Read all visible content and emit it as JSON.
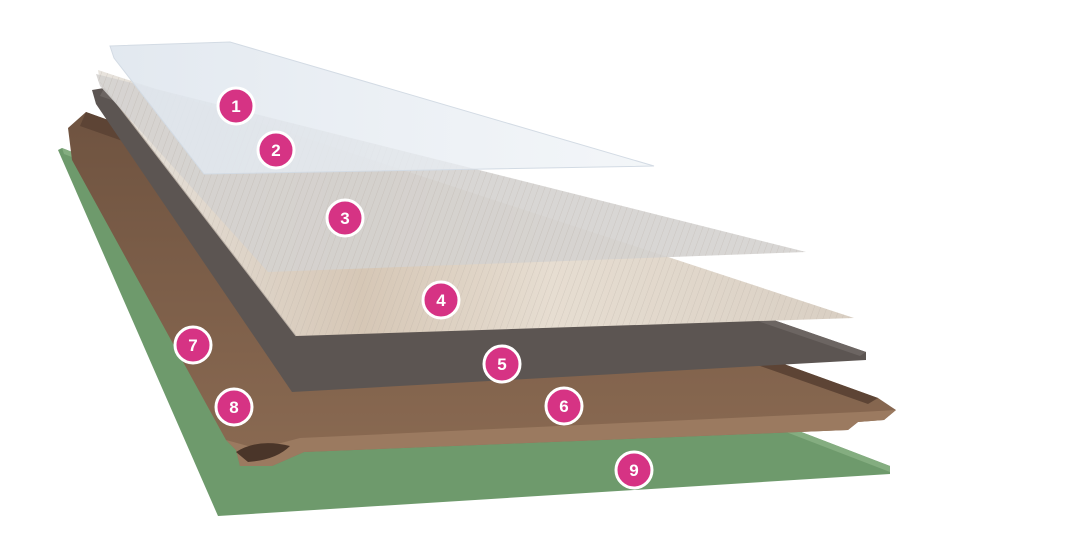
{
  "diagram": {
    "type": "exploded-layer-diagram",
    "subject": "flooring plank layers",
    "badge_color": "#d63384",
    "badges": [
      {
        "label": "1"
      },
      {
        "label": "2"
      },
      {
        "label": "3"
      },
      {
        "label": "4"
      },
      {
        "label": "5"
      },
      {
        "label": "6"
      },
      {
        "label": "7"
      },
      {
        "label": "8"
      },
      {
        "label": "9"
      }
    ],
    "layer_colors": {
      "clear_overlay": "#e9eef4",
      "wood_decor": "#d9d3cb",
      "dark_core": "#5c5552",
      "brown_core": "#7d5f4a",
      "green_underlay": "#6e9a6c"
    }
  }
}
